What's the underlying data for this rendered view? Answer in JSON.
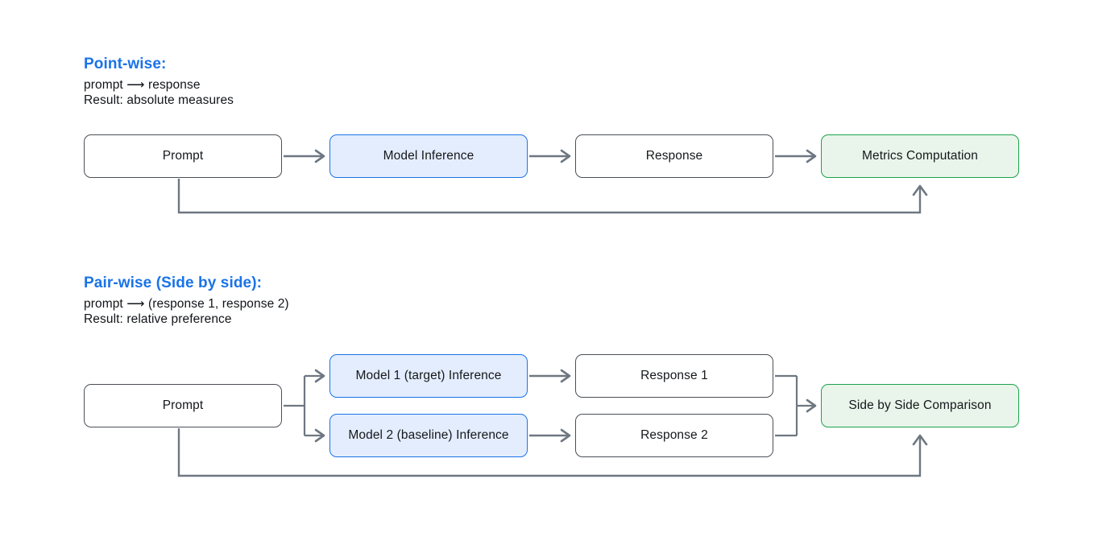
{
  "figure": {
    "background": "#ffffff",
    "accent_blue": "#1a73e8",
    "accent_green": "#1aa44a",
    "connector_gray": "#6e7781"
  },
  "sections": [
    {
      "id": "point-wise",
      "heading": "Point-wise:",
      "mapping": "prompt  ⟶  response",
      "result": "Result: absolute measures",
      "nodes": {
        "prompt": "Prompt",
        "inference": "Model Inference",
        "response": "Response",
        "output": "Metrics Computation"
      }
    },
    {
      "id": "pair-wise",
      "heading": "Pair-wise (Side by side):",
      "mapping": "prompt  ⟶  (response 1, response 2)",
      "result": "Result: relative preference",
      "nodes": {
        "prompt": "Prompt",
        "inference_1": "Model 1 (target) Inference",
        "inference_2": "Model 2 (baseline) Inference",
        "response_1": "Response 1",
        "response_2": "Response 2",
        "output": "Side by Side Comparison"
      }
    }
  ]
}
